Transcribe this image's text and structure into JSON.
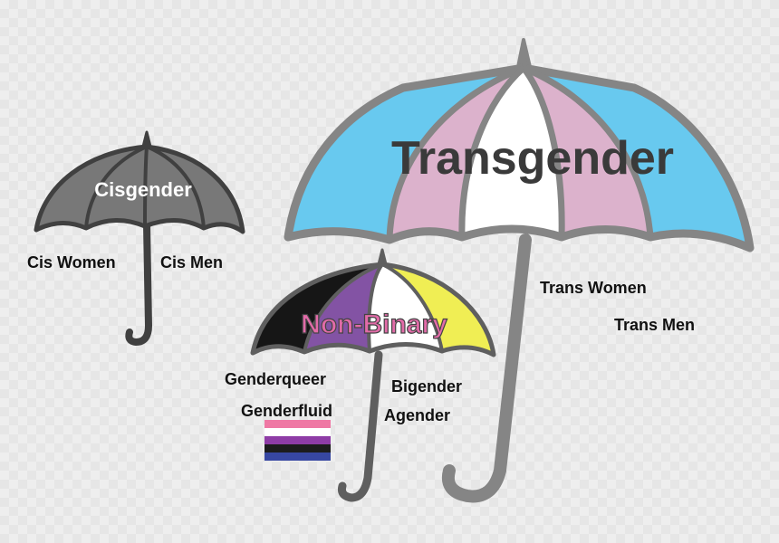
{
  "colors": {
    "background": "#eeeeee",
    "frame": "#858585",
    "trans_blue": "#68c9ef",
    "trans_pink": "#dcb2cc",
    "trans_white": "#ffffff",
    "nb_black": "#161616",
    "nb_purple": "#8353a4",
    "nb_white": "#ffffff",
    "nb_yellow": "#f0ee54",
    "cis_gray": "#787878",
    "genderfluid_pink": "#ef78a4",
    "genderfluid_white": "#ffffff",
    "genderfluid_purple": "#8e3ca6",
    "genderfluid_black": "#1c1c1c",
    "genderfluid_blue": "#3747a2"
  },
  "umbrellas": {
    "cisgender": {
      "title": "Cisgender",
      "items": [
        "Cis Women",
        "Cis Men"
      ]
    },
    "transgender": {
      "title": "Transgender",
      "items": [
        "Trans Women",
        "Trans Men"
      ]
    },
    "nonbinary": {
      "title": "Non-Binary",
      "items": [
        "Genderqueer",
        "Genderfluid",
        "Bigender",
        "Agender"
      ]
    }
  },
  "flags": {
    "genderfluid": [
      "genderfluid_pink",
      "genderfluid_white",
      "genderfluid_purple",
      "genderfluid_black",
      "genderfluid_blue"
    ]
  }
}
